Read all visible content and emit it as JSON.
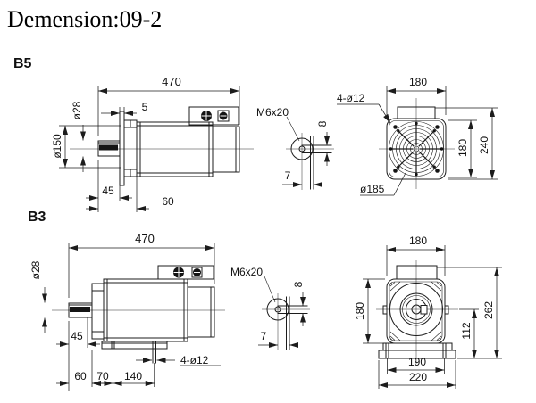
{
  "title": "Demension:09-2",
  "colors": {
    "line": "#1c1c1c",
    "background": "#ffffff"
  },
  "b5": {
    "label": "B5",
    "side": {
      "len_total": "470",
      "offset_5": "5",
      "shaft_dia": "ø28",
      "flange_dia": "ø150",
      "dim_45": "45",
      "dim_60": "60"
    },
    "detail": {
      "tap": "M6x20",
      "dim_8": "8",
      "dim_7": "7"
    },
    "front": {
      "holes": "4-ø12",
      "width_top": "180",
      "height_inner": "180",
      "height_outer": "240",
      "spigot_dia": "ø185"
    }
  },
  "b3": {
    "label": "B3",
    "side": {
      "len_total": "470",
      "shaft_dia": "ø28",
      "dim_45": "45",
      "dim_60": "60",
      "dim_70": "70",
      "dim_140": "140",
      "holes": "4-ø12"
    },
    "detail": {
      "tap": "M6x20",
      "dim_8": "8",
      "dim_7": "7"
    },
    "front": {
      "width_top": "180",
      "height_left": "180",
      "height_outer": "262",
      "shaft_height": "112",
      "foot_pitch": "190",
      "foot_width": "220"
    }
  }
}
